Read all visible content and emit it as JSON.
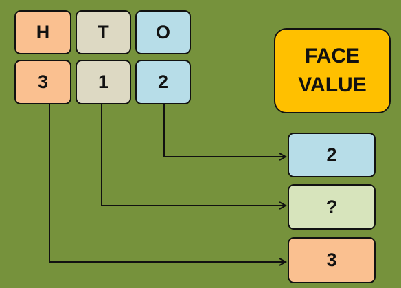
{
  "place_value_headers": [
    {
      "label": "H",
      "color": "#fac090"
    },
    {
      "label": "T",
      "color": "#ddd9c3"
    },
    {
      "label": "O",
      "color": "#b7dde8"
    }
  ],
  "digits": [
    "3",
    "1",
    "2"
  ],
  "face_value_title": [
    "FACE",
    "VALUE"
  ],
  "results": [
    {
      "value": "2",
      "source_digit": "O",
      "color": "#b7dde8"
    },
    {
      "value": "?",
      "source_digit": "T",
      "color": "#d7e4bc"
    },
    {
      "value": "3",
      "source_digit": "H",
      "color": "#fac090"
    }
  ],
  "colors": {
    "background": "#76923c",
    "face_value_box": "#ffc000",
    "outline": "#111111"
  }
}
